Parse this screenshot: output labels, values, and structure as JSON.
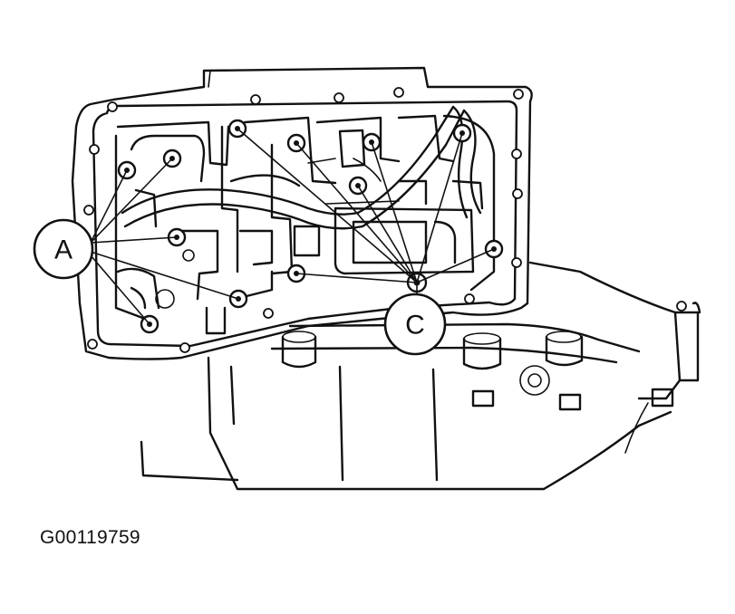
{
  "figure": {
    "id_label": "G00119759"
  },
  "callouts": {
    "a": {
      "letter": "A"
    },
    "c": {
      "letter": "C"
    }
  },
  "colors": {
    "ink": "#111111",
    "paper": "#ffffff"
  }
}
